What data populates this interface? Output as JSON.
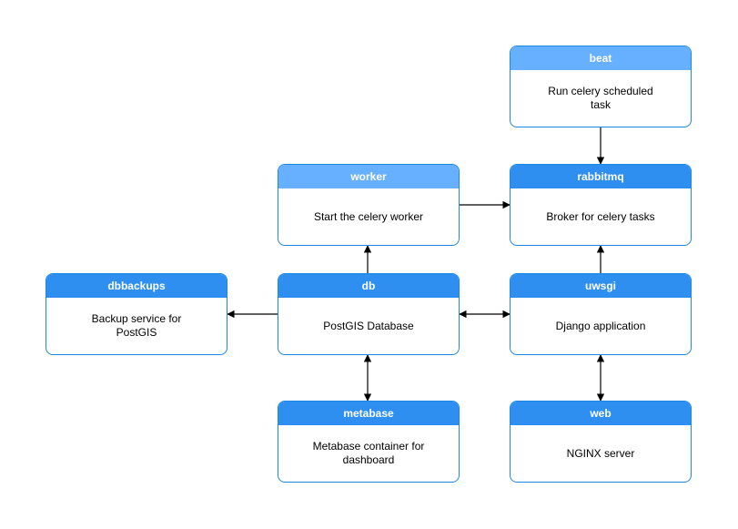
{
  "nodes": {
    "beat": {
      "title": "beat",
      "description": "Run celery scheduled task"
    },
    "rabbitmq": {
      "title": "rabbitmq",
      "description": "Broker for celery tasks"
    },
    "worker": {
      "title": "worker",
      "description": "Start the celery worker"
    },
    "dbbackups": {
      "title": "dbbackups",
      "description": "Backup service for PostGIS"
    },
    "db": {
      "title": "db",
      "description": "PostGIS Database"
    },
    "uwsgi": {
      "title": "uwsgi",
      "description": "Django application"
    },
    "metabase": {
      "title": "metabase",
      "description": "Metabase container for dashboard"
    },
    "web": {
      "title": "web",
      "description": "NGINX server"
    }
  },
  "edges": [
    {
      "from": "beat",
      "to": "rabbitmq",
      "direction": "forward"
    },
    {
      "from": "worker",
      "to": "rabbitmq",
      "direction": "forward"
    },
    {
      "from": "db",
      "to": "worker",
      "direction": "forward"
    },
    {
      "from": "uwsgi",
      "to": "rabbitmq",
      "direction": "forward"
    },
    {
      "from": "db",
      "to": "dbbackups",
      "direction": "forward"
    },
    {
      "from": "db",
      "to": "uwsgi",
      "direction": "both"
    },
    {
      "from": "db",
      "to": "metabase",
      "direction": "both"
    },
    {
      "from": "uwsgi",
      "to": "web",
      "direction": "both"
    }
  ],
  "colors": {
    "header": "#2f8ff1",
    "header_light": "#67afff",
    "border": "#1e88e5",
    "edge": "#000000"
  }
}
